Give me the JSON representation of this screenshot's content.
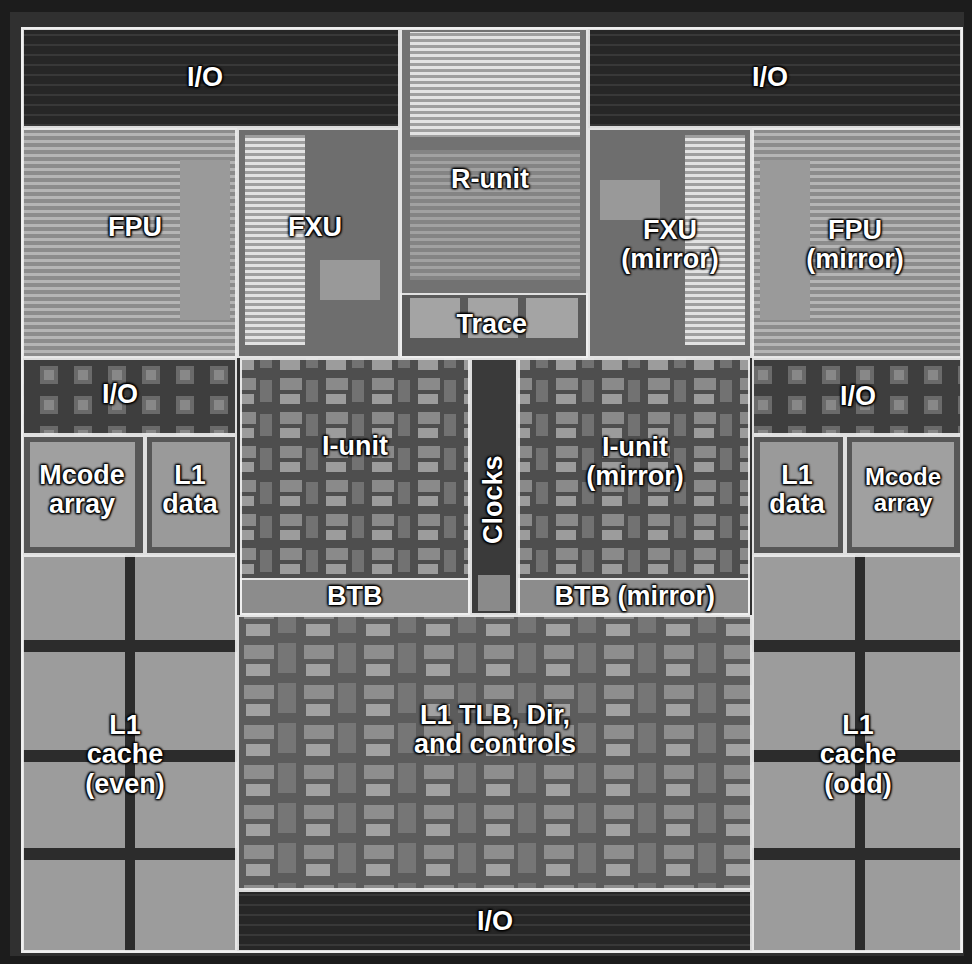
{
  "diagram": {
    "nodes": [
      {
        "text": [
          "I/O"
        ]
      },
      {
        "text": [
          "R-unit"
        ]
      },
      {
        "text": [
          "Trace"
        ],
        "in": 1
      },
      {
        "text": [
          "I/O"
        ]
      },
      {
        "text": [
          "FPU"
        ]
      },
      {
        "text": [
          "FXU"
        ]
      },
      {
        "text": [
          "FXU (mirror)"
        ]
      },
      {
        "text": [
          "FPU (mirror)"
        ]
      },
      {
        "text": [
          "I/O"
        ]
      },
      {
        "text": [
          "I-unit"
        ]
      },
      {
        "text": [
          "BTB"
        ],
        "in": 9
      },
      {
        "text": [
          "Clocks"
        ]
      },
      {
        "text": [
          "I-unit (mirror)"
        ]
      },
      {
        "text": [
          "BTB (mirror)"
        ],
        "in": 12
      },
      {
        "text": [
          "I/O"
        ]
      },
      {
        "text": [
          "Mcode array"
        ]
      },
      {
        "text": [
          "L1 data"
        ]
      },
      {
        "text": [
          "L1 data"
        ]
      },
      {
        "text": [
          "Mcode array"
        ]
      },
      {
        "text": [
          "L1 cache (even)"
        ]
      },
      {
        "text": [
          "L1 TLB, Dir, and controls"
        ]
      },
      {
        "text": [
          "L1 cache (odd)"
        ]
      },
      {
        "text": [
          "I/O"
        ]
      }
    ]
  }
}
